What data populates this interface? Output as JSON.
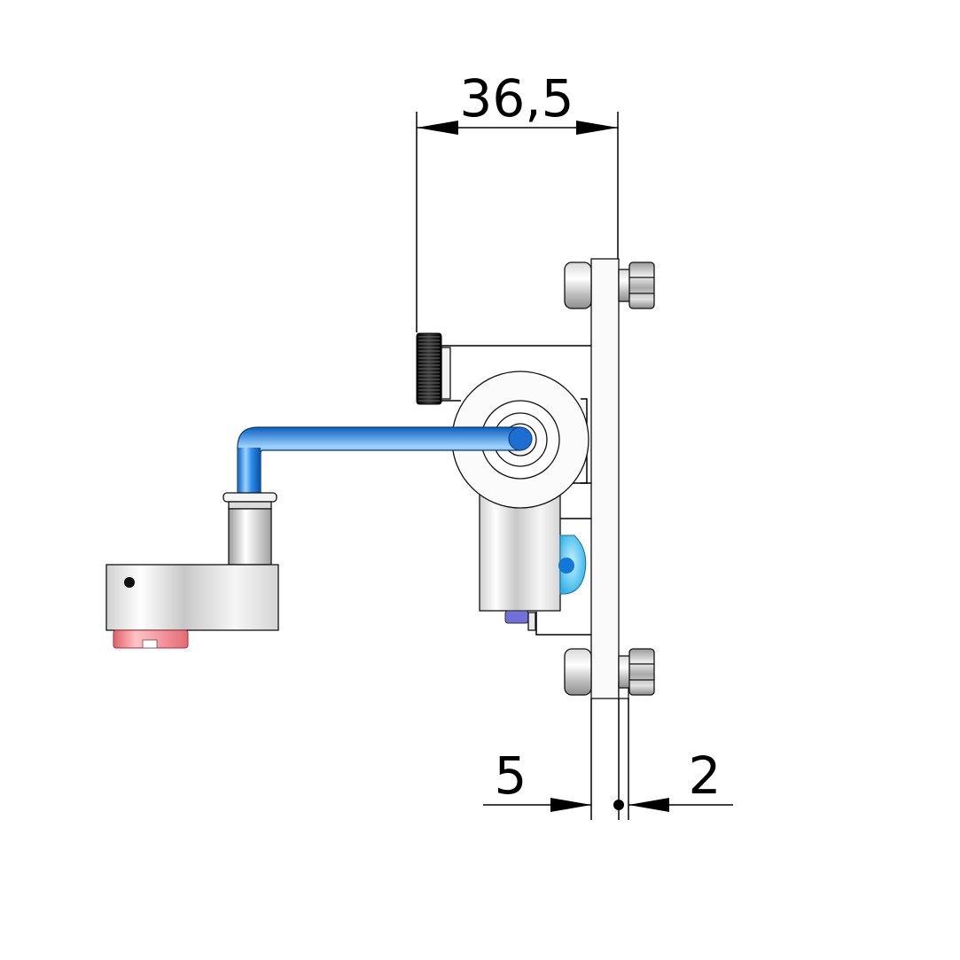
{
  "dimensions": {
    "top": "36,5",
    "bottom_left": "5",
    "bottom_right": "2"
  },
  "colors": {
    "tube": "#1f7fe0",
    "tube_highlight": "#9fd2ff",
    "pink_ring": "#f07a80",
    "cyan_fitting": "#56c8f0",
    "purple_part": "#6f6fd0",
    "knurl": "#1a1a1a"
  }
}
